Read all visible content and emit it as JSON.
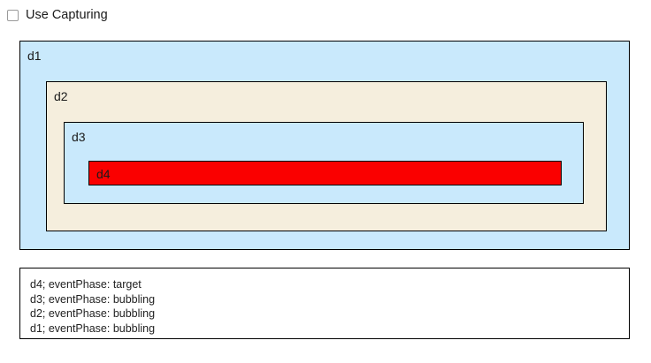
{
  "controls": {
    "capturing": {
      "label": "Use Capturing",
      "checked": false,
      "icon": "checkbox-unchecked-icon"
    }
  },
  "boxes": {
    "d1": {
      "label": "d1",
      "bg": "#c9e9fc",
      "border": "#000000"
    },
    "d2": {
      "label": "d2",
      "bg": "#f5eedd",
      "border": "#000000"
    },
    "d3": {
      "label": "d3",
      "bg": "#c9e9fc",
      "border": "#000000"
    },
    "d4": {
      "label": "d4",
      "bg": "#fa0000",
      "border": "#000000"
    }
  },
  "log": {
    "lines": [
      "d4; eventPhase: target",
      "d3; eventPhase: bubbling",
      "d2; eventPhase: bubbling",
      "d1; eventPhase: bubbling"
    ]
  }
}
